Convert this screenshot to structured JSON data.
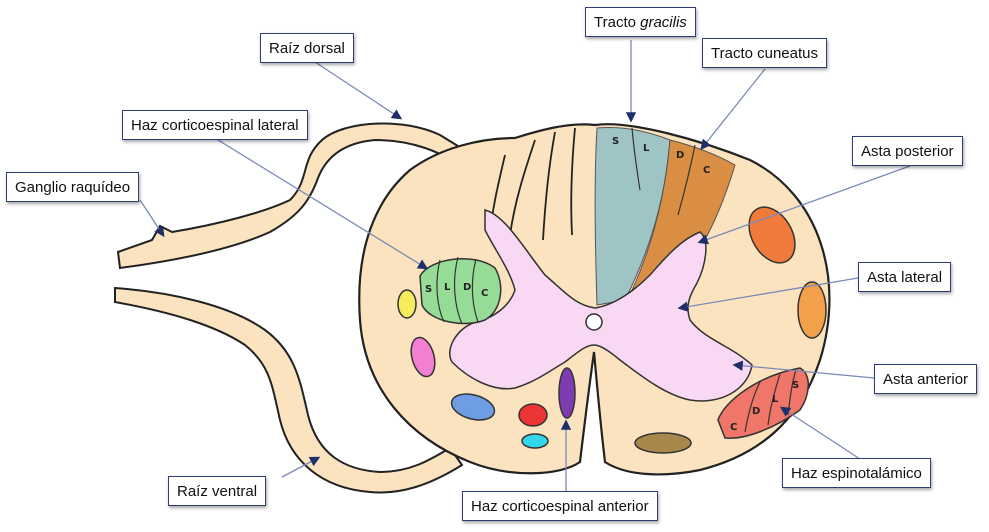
{
  "labels": {
    "raiz_dorsal": "Raíz dorsal",
    "tracto_gracilis_prefix": "Tracto ",
    "tracto_gracilis_italic": "gracilis",
    "tracto_cuneatus": "Tracto cuneatus",
    "haz_corticoespinal_lateral": "Haz corticoespinal lateral",
    "asta_posterior": "Asta posterior",
    "ganglio_raquideo": "Ganglio raquídeo",
    "asta_lateral": "Asta lateral",
    "asta_anterior": "Asta anterior",
    "haz_espinotalamico": "Haz espinotalámico",
    "raiz_ventral": "Raíz ventral",
    "haz_corticoespinal_anterior": "Haz corticoespinal anterior"
  },
  "tract_letters": {
    "gracilis": [
      "S",
      "L"
    ],
    "cuneatus": [
      "D",
      "C"
    ],
    "corticoespinal_lateral": [
      "S",
      "L",
      "D",
      "C"
    ],
    "espinotalamico": [
      "C",
      "D",
      "L",
      "S"
    ]
  },
  "colors": {
    "white_matter": "#fbe3c0",
    "gray_matter": "#f8d8f2",
    "gracilis": "#9ec4c6",
    "cuneatus": "#d98e43",
    "corticoespinal_lateral": "#96dc96",
    "espinotalamico": "#f0766a",
    "outline": "#222222",
    "label_border": "#2e3d78",
    "leader_line": "#7a8ab8"
  }
}
